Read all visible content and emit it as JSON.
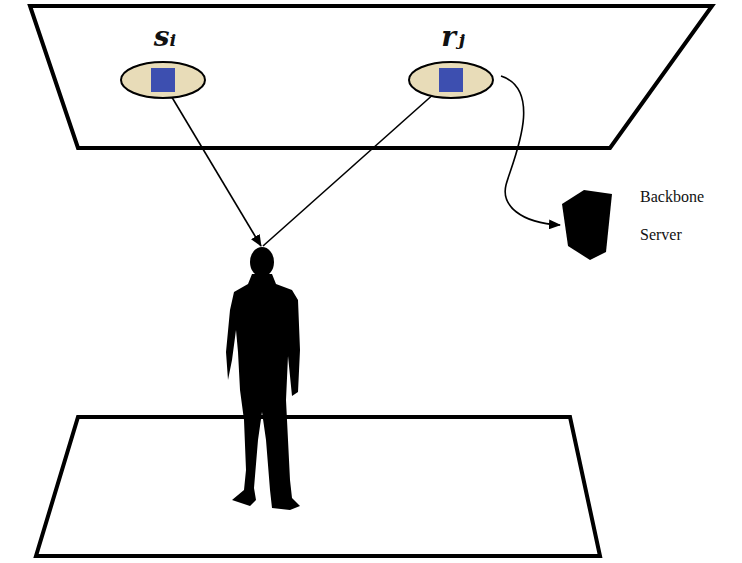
{
  "diagram": {
    "nodes": [
      {
        "text": [
          "sᵢ"
        ]
      },
      {
        "text": [
          "rⱼ"
        ]
      },
      {
        "text": [
          "Backbone Server"
        ]
      }
    ],
    "edges": [
      {
        "from": 1,
        "to": 2,
        "arrow": "to"
      }
    ]
  }
}
